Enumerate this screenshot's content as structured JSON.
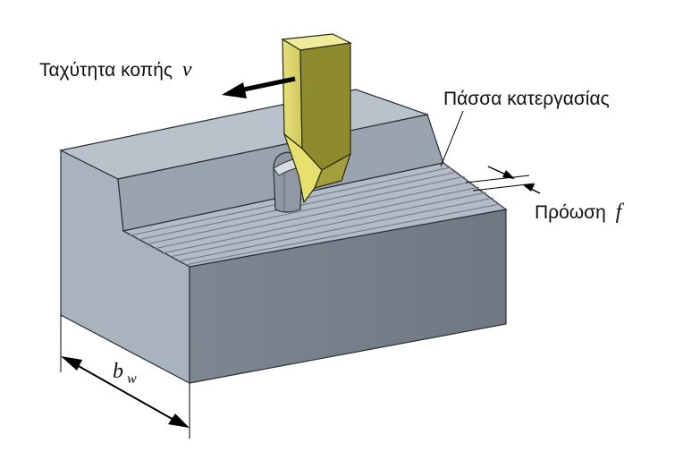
{
  "labels": {
    "cutting_speed": "Ταχύτητα κοπής",
    "cutting_speed_symbol": "v",
    "machining_pass": "Πάσσα κατεργασίας",
    "feed": "Πρόωση",
    "feed_symbol": "f",
    "width_symbol": "b",
    "width_subscript": "w"
  },
  "colors": {
    "block_front": "#7d8590",
    "block_side": "#a6b0bb",
    "block_top": "#b7c0c9",
    "tool_main": "#d8d36a",
    "tool_dark": "#8f8a2c",
    "arrow": "#000000"
  }
}
